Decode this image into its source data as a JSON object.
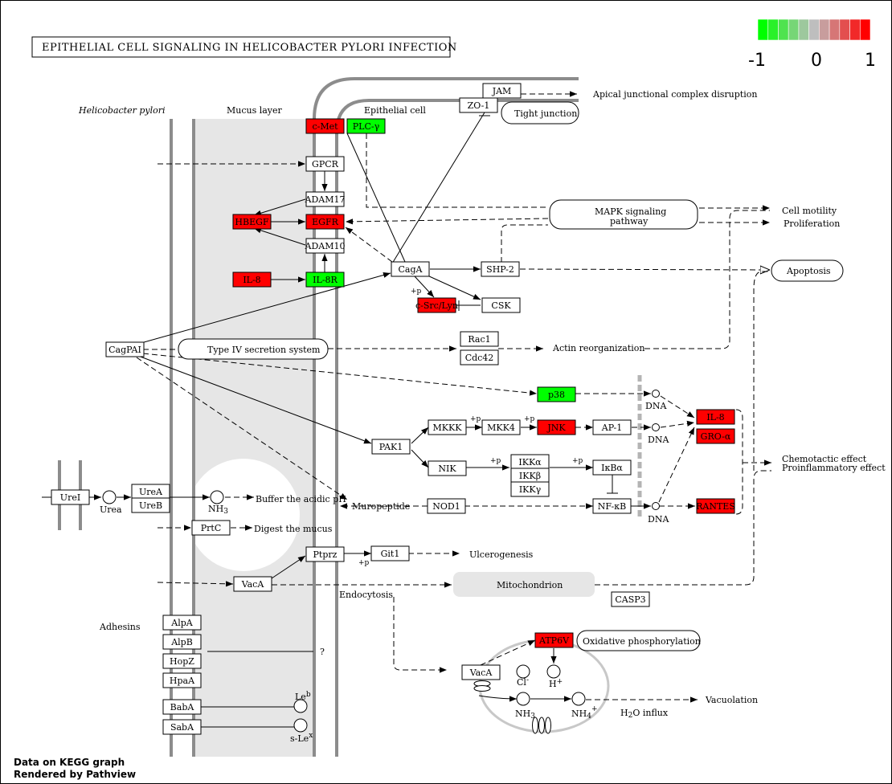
{
  "title": "EPITHELIAL CELL SIGNALING IN HELICOBACTER PYLORI INFECTION",
  "legend": {
    "min": "-1",
    "mid": "0",
    "max": "1",
    "colors": [
      "#00ff00",
      "#29f129",
      "#4fe34f",
      "#76d676",
      "#9dc89d",
      "#bebebe",
      "#c89d9d",
      "#d67676",
      "#e34f4f",
      "#f12929",
      "#ff0000"
    ]
  },
  "colors": {
    "up": "#ff0000",
    "down": "#00ff00",
    "neutral": "#ffffff",
    "membrane": "#8c8c8c",
    "mucus": "#e6e6e6"
  },
  "regions": {
    "hp": "Helicobacter pylori",
    "mucus": "Mucus layer",
    "epi": "Epithelial cell"
  },
  "genes": {
    "cmet": "c-Met",
    "plcg": "PLC-γ",
    "jam": "JAM",
    "zo1": "ZO-1",
    "gpcr": "GPCR",
    "adam17": "ADAM17",
    "hbegf": "HBEGF",
    "egfr": "EGFR",
    "adam10": "ADAM10",
    "il8": "IL-8",
    "il8r": "IL-8R",
    "caga": "CagA",
    "shp2": "SHP-2",
    "csrc": "c-Src/Lyn",
    "csk": "CSK",
    "cagpai": "CagPAI",
    "rac1": "Rac1",
    "cdc42": "Cdc42",
    "p38": "p38",
    "il8b": "IL-8",
    "groa": "GRO-α",
    "rantes": "RANTES",
    "pak1": "PAK1",
    "mkkk": "MKKK",
    "mkk4": "MKK4",
    "jnk": "JNK",
    "ap1": "AP-1",
    "nik": "NIK",
    "ikka": "IKKα",
    "ikkb": "IKKβ",
    "ikkg": "IKKγ",
    "ikba": "IκBα",
    "nfkb": "NF-κB",
    "nod1": "NOD1",
    "urei": "UreI",
    "urea_a": "UreA",
    "ureb": "UreB",
    "prtc": "PrtC",
    "ptprz": "Ptprz",
    "git1": "Git1",
    "vaca": "VacA",
    "casp3": "CASP3",
    "alpa": "AlpA",
    "alpb": "AlpB",
    "hopz": "HopZ",
    "hpaa": "HpaA",
    "baba": "BabA",
    "saba": "SabA",
    "atp6v": "ATP6V",
    "vaca2": "VacA"
  },
  "pathways": {
    "tight": "Tight junction",
    "mapk1": "MAPK signaling",
    "mapk2": "pathway",
    "apoptosis": "Apoptosis",
    "t4ss": "Type IV secretion system",
    "mito": "Mitochondrion",
    "oxphos": "Oxidative phosphorylation"
  },
  "labels": {
    "apical": "Apical junctional complex disruption",
    "motility": "Cell motility",
    "prolif": "Proliferation",
    "actin": "Actin reorganization",
    "dna": "DNA",
    "chemo1": "Chemotactic effect",
    "chemo2": "Proinflammatory effect",
    "urea": "Urea",
    "nh3": "NH",
    "buffer": "Buffer the acidic pH",
    "digest": "Digest the mucus",
    "muro": "Muropeptide",
    "ulcer": "Ulcerogenesis",
    "endo": "Endocytosis",
    "adhesins": "Adhesins",
    "question": "?",
    "leb": "Le",
    "sle": "s-Le",
    "cl": "Cl",
    "h": "H",
    "nh4": "NH",
    "vacuolation": "Vacuolation",
    "h2o": "H",
    "h2o_b": "O influx",
    "plusp": "+p",
    "minus": "-",
    "plus": "+",
    "sup_b": "b",
    "sup_x": "x",
    "sub3": "3",
    "sub4": "4",
    "sub2": "2"
  },
  "footer": {
    "line1": "Data on KEGG graph",
    "line2": "Rendered by Pathview"
  }
}
